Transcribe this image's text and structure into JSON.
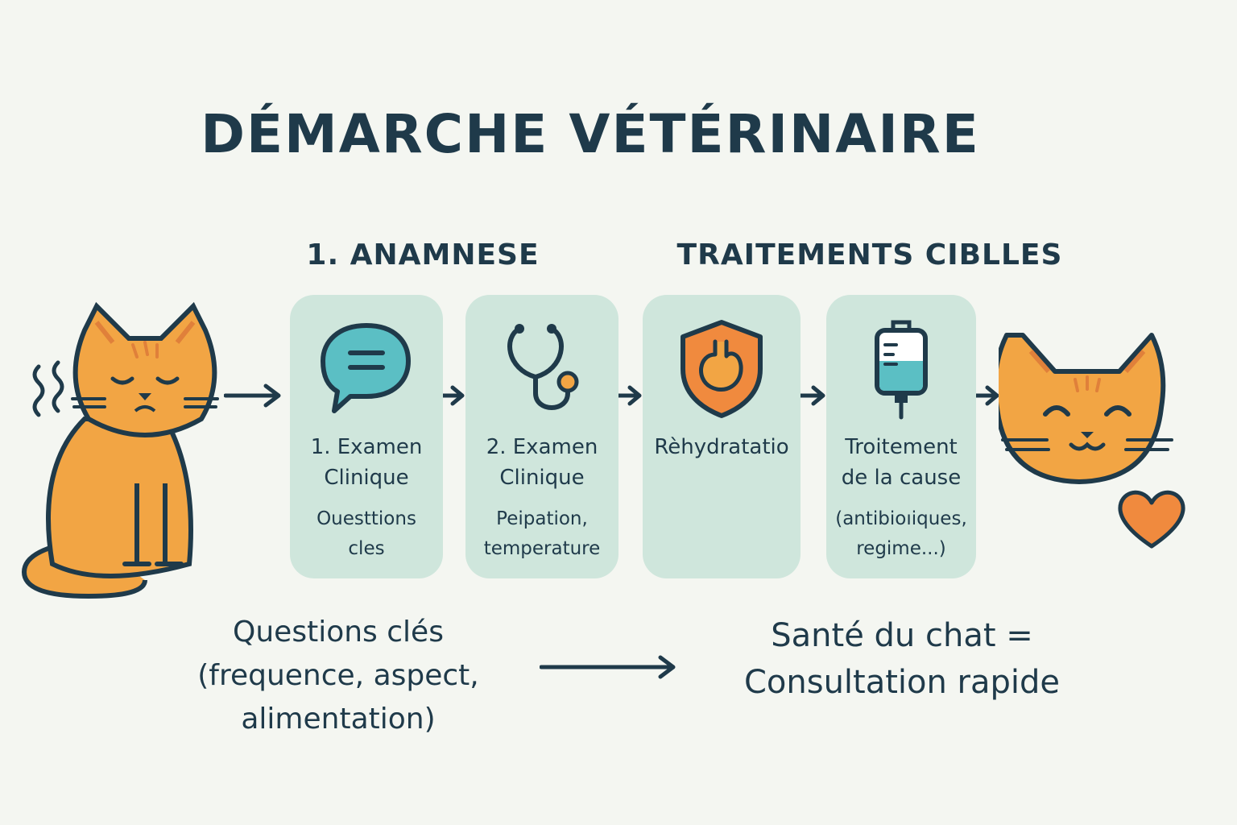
{
  "title": "DÉMARCHE VÉTÉRINAIRE",
  "sections": {
    "anamnese": "1. ANAMNESE",
    "traitements": "TRAITEMENTS CIBLLES"
  },
  "cards": [
    {
      "title": "1. Examen\nClinique",
      "desc": "Ouesttions\ncles",
      "icon": "speech-bubble-icon"
    },
    {
      "title": "2. Examen\nClinique",
      "desc": "Peipation,\ntemperature",
      "icon": "stethoscope-icon"
    },
    {
      "title": "Rèhydratatio",
      "desc": "",
      "icon": "stomach-shield-icon"
    },
    {
      "title": "Troitement\nde la cause",
      "desc": "(antibioıiques,\nregime...)",
      "icon": "iv-bag-icon"
    }
  ],
  "bottom": {
    "left": "Questions clés\n(frequence, aspect,\nalimentation)",
    "right": "Santé du chat =\nConsultation rapide"
  },
  "colors": {
    "card_bg": "#cfe6dc",
    "cat_orange": "#f2a544",
    "outline": "#1f3a4a",
    "accent_orange": "#f08a3e",
    "teal": "#5bbfc4"
  }
}
